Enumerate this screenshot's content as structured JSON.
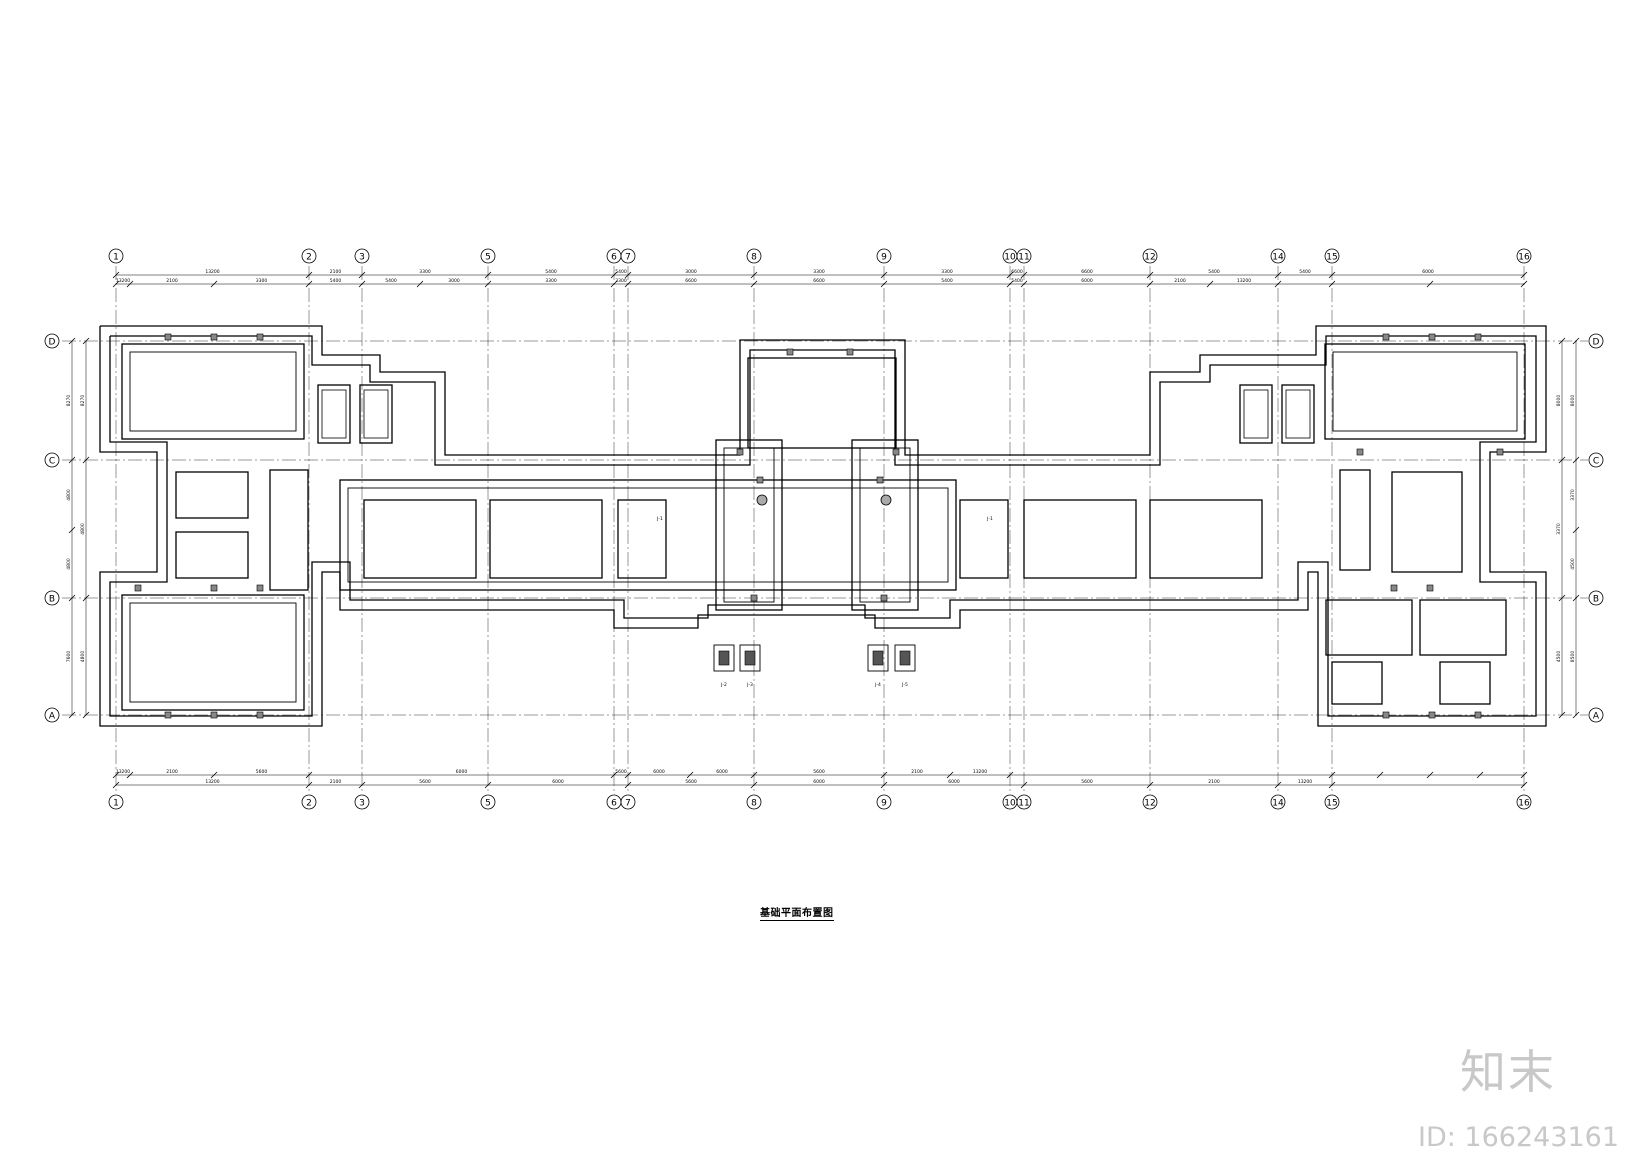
{
  "drawing": {
    "caption": "基础平面布置图",
    "axes_top": [
      "1",
      "2",
      "3",
      "5",
      "6",
      "7",
      "8",
      "9",
      "10",
      "11",
      "12",
      "14",
      "15",
      "16"
    ],
    "axes_bottom": [
      "1",
      "2",
      "3",
      "5",
      "6",
      "7",
      "8",
      "9",
      "10",
      "11",
      "12",
      "14",
      "15",
      "16"
    ],
    "axes_left": [
      "D",
      "C",
      "B",
      "A"
    ],
    "axes_right": [
      "D",
      "C",
      "B",
      "A"
    ],
    "dims_top": [
      "13200",
      "2100",
      "3300",
      "5400",
      "5400",
      "3000",
      "3300",
      "3300",
      "6600",
      "6600",
      "5400",
      "5400",
      "6000",
      "2100",
      "13200"
    ],
    "dims_bottom": [
      "13200",
      "2100",
      "5600",
      "6000",
      "5600",
      "6000",
      "6000",
      "5600",
      "2100",
      "13200"
    ],
    "dims_left": [
      "8270",
      "4800",
      "4800",
      "7600"
    ],
    "dims_right": [
      "8000",
      "3370",
      "4500",
      "8500"
    ],
    "footing_labels": [
      "J-1",
      "J-1",
      "J-2",
      "J-3",
      "J-4",
      "J-5"
    ]
  },
  "watermark": {
    "logo": "知末",
    "id": "ID: 166243161"
  }
}
